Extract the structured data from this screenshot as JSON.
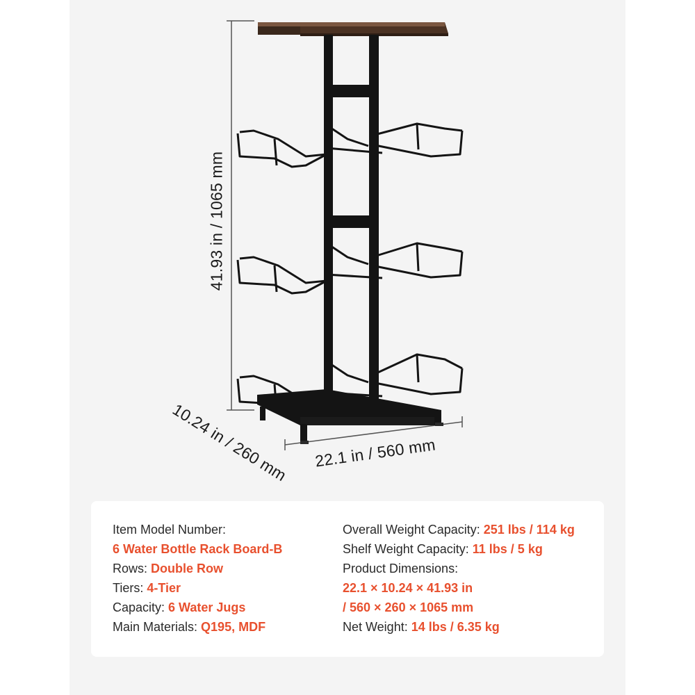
{
  "dimensions": {
    "height": "41.93 in / 1065 mm",
    "width": "22.1 in / 560 mm",
    "depth": "10.24 in / 260 mm"
  },
  "specs": {
    "model_label": "Item Model Number:",
    "model_value": "6 Water Bottle Rack Board-B",
    "rows_label": "Rows: ",
    "rows_value": "Double Row",
    "tiers_label": "Tiers: ",
    "tiers_value": "4-Tier",
    "capacity_label": "Capacity: ",
    "capacity_value": "6 Water Jugs",
    "materials_label": "Main Materials: ",
    "materials_value": "Q195, MDF",
    "overall_weight_label": "Overall Weight Capacity: ",
    "overall_weight_value": "251 lbs / 114 kg",
    "shelf_weight_label": "Shelf Weight Capacity: ",
    "shelf_weight_value": "11 lbs / 5 kg",
    "product_dims_label": "Product Dimensions:",
    "product_dims_value_1": "22.1 × 10.24 × 41.93 in",
    "product_dims_value_2": "/ 560 × 260 × 1065 mm",
    "net_weight_label": "Net Weight: ",
    "net_weight_value": "14 lbs / 6.35 kg"
  },
  "colors": {
    "accent": "#e8502e",
    "frame": "#111111",
    "wood_top": "#5a3b2a",
    "background": "#f4f4f4"
  }
}
